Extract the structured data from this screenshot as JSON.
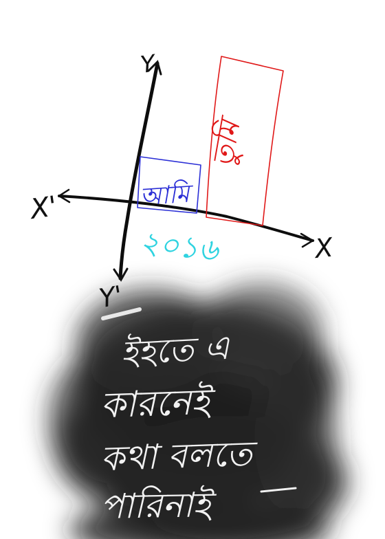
{
  "sketch": {
    "axis_labels": {
      "y_top": "Y",
      "y_bottom": "Y'",
      "x_left": "X'",
      "x_right": "X"
    },
    "blue_box_text": "আমি",
    "red_box_text": "তুমি",
    "year_text": "২০১৬",
    "colors": {
      "axis": "#111111",
      "blue_box": "#2b2fd6",
      "red_box": "#e01818",
      "year": "#2fd3e0",
      "smudge": "#1c1c1c",
      "white_text": "#f2f2f2"
    }
  },
  "note": {
    "lines": [
      "ইহতে এ",
      "কারনেই",
      "কথা বলতে",
      "পারিনাই"
    ]
  }
}
